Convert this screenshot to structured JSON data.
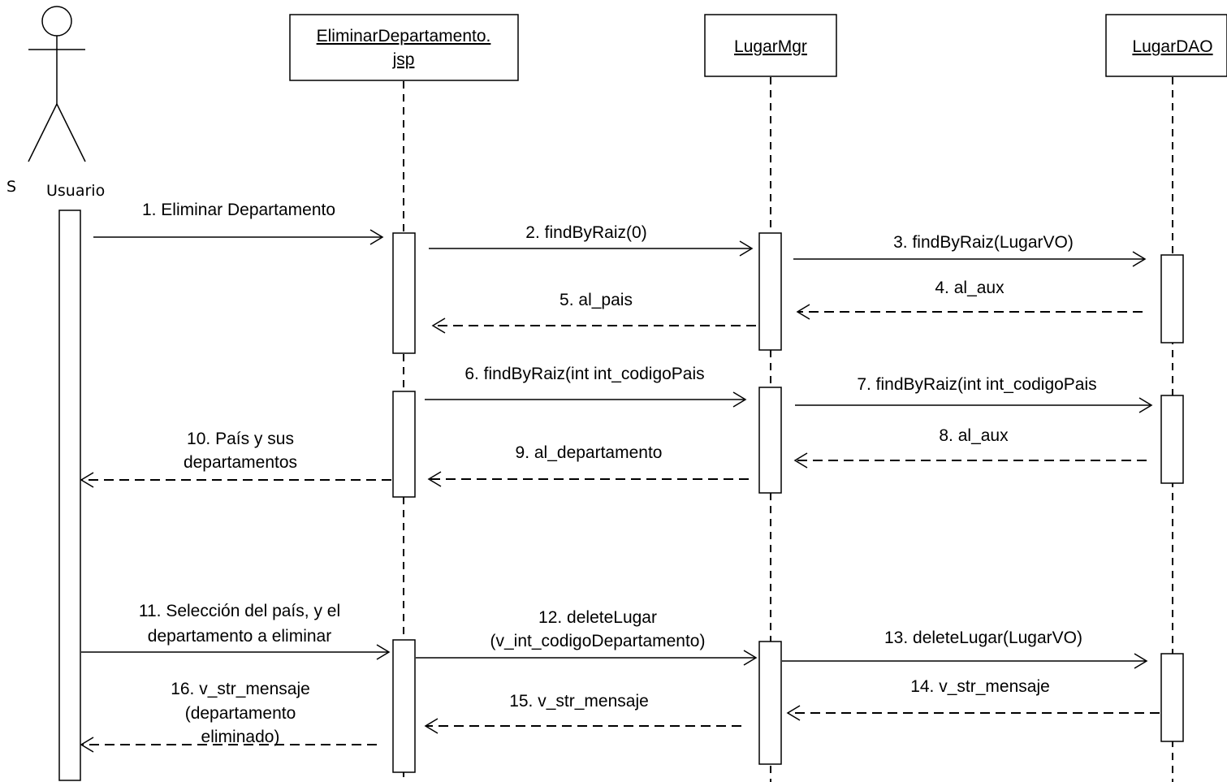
{
  "actor": {
    "name": "Usuario",
    "clipped_glyph": "S"
  },
  "participants": {
    "jsp": {
      "line1": "EliminarDepartamento.",
      "line2": "jsp"
    },
    "mgr": {
      "name": "LugarMgr"
    },
    "dao": {
      "name": "LugarDAO"
    }
  },
  "messages": {
    "m1": "1. Eliminar Departamento",
    "m2": "2. findByRaiz(0)",
    "m3": "3. findByRaiz(LugarVO)",
    "m4": "4. al_aux",
    "m5": "5. al_pais",
    "m6": "6. findByRaiz(int int_codigoPais",
    "m7": "7. findByRaiz(int int_codigoPais",
    "m8": "8. al_aux",
    "m9": "9. al_departamento",
    "m10": {
      "line1": "10. País y sus",
      "line2": "departamentos"
    },
    "m11": {
      "line1": "11. Selección del país, y el",
      "line2": "departamento a eliminar"
    },
    "m12": {
      "line1": "12. deleteLugar",
      "line2": "(v_int_codigoDepartamento)"
    },
    "m13": "13. deleteLugar(LugarVO)",
    "m14": "14. v_str_mensaje",
    "m15": "15. v_str_mensaje",
    "m16": {
      "line1": "16. v_str_mensaje",
      "line2": "(departamento",
      "line3": "eliminado)"
    }
  }
}
